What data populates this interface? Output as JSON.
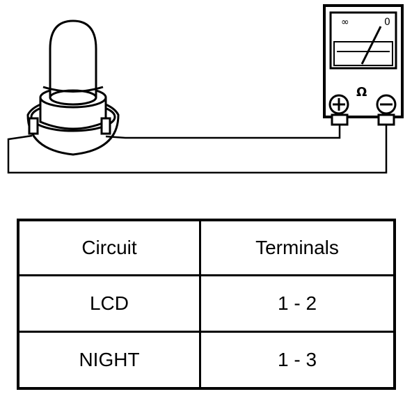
{
  "meter": {
    "scale_left": "∞",
    "scale_right": "0",
    "unit_symbol": "Ω",
    "positive_terminal": "+",
    "negative_terminal": "−"
  },
  "table": {
    "headers": [
      "Circuit",
      "Terminals"
    ],
    "rows": [
      [
        "LCD",
        "1 - 2"
      ],
      [
        "NIGHT",
        "1 - 3"
      ]
    ]
  }
}
